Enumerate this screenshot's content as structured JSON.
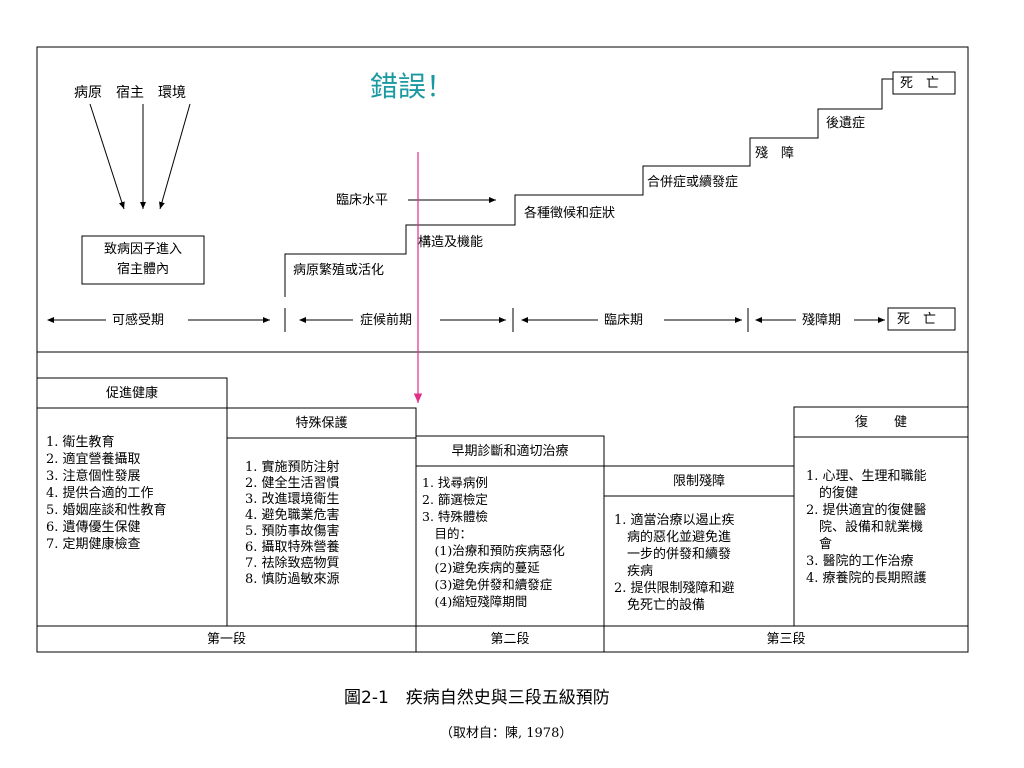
{
  "top": {
    "factors": "病原　宿主　環境",
    "error_mark": "錯誤！",
    "agent_box": [
      "致病因子進入",
      "宿主體內"
    ],
    "clinical_level": "臨床水平",
    "steps": [
      "病原繁殖或活化",
      "構造及機能",
      "各種徵候和症狀",
      "合併症或續發症",
      "殘　障",
      "後遺症",
      "死　亡"
    ],
    "periods": [
      "可感受期",
      "症候前期",
      "臨床期",
      "殘障期"
    ],
    "death_label": "死　亡"
  },
  "levels": [
    {
      "title": "促進健康",
      "items": [
        "1. 衛生教育",
        "2. 適宜營養攝取",
        "3. 注意個性發展",
        "4. 提供合適的工作",
        "5. 婚姻座談和性教育",
        "6. 遺傳優生保健",
        "7. 定期健康檢查"
      ]
    },
    {
      "title": "特殊保護",
      "items": [
        "1. 實施預防注射",
        "2. 健全生活習慣",
        "3. 改進環境衛生",
        "4. 避免職業危害",
        "5. 預防事故傷害",
        "6. 攝取特殊營養",
        "7. 祛除致癌物質",
        "8. 慎防過敏來源"
      ]
    },
    {
      "title": "早期診斷和適切治療",
      "items": [
        "1. 找尋病例",
        "2. 篩選檢定",
        "3. 特殊體檢",
        "　目的：",
        "　(1)治療和預防疾病惡化",
        "　(2)避免疾病的蔓延",
        "　(3)避免併發和續發症",
        "　(4)縮短殘障期間"
      ]
    },
    {
      "title": "限制殘障",
      "items": [
        "1. 適當治療以遏止疾",
        "　病的惡化並避免進",
        "　一步的併發和續發",
        "　疾病",
        "2. 提供限制殘障和避",
        "　免死亡的設備"
      ]
    },
    {
      "title": "復　　健",
      "items": [
        "1. 心理、生理和職能",
        "　的復健",
        "2. 提供適宜的復健醫",
        "　院、設備和就業機",
        "　會",
        "3. 醫院的工作治療",
        "4. 療養院的長期照護"
      ]
    }
  ],
  "stages": [
    "第一段",
    "第二段",
    "第三段"
  ],
  "caption": {
    "figure": "圖2-1　疾病自然史與三段五級預防",
    "source": "（取材自：陳, 1978）"
  }
}
